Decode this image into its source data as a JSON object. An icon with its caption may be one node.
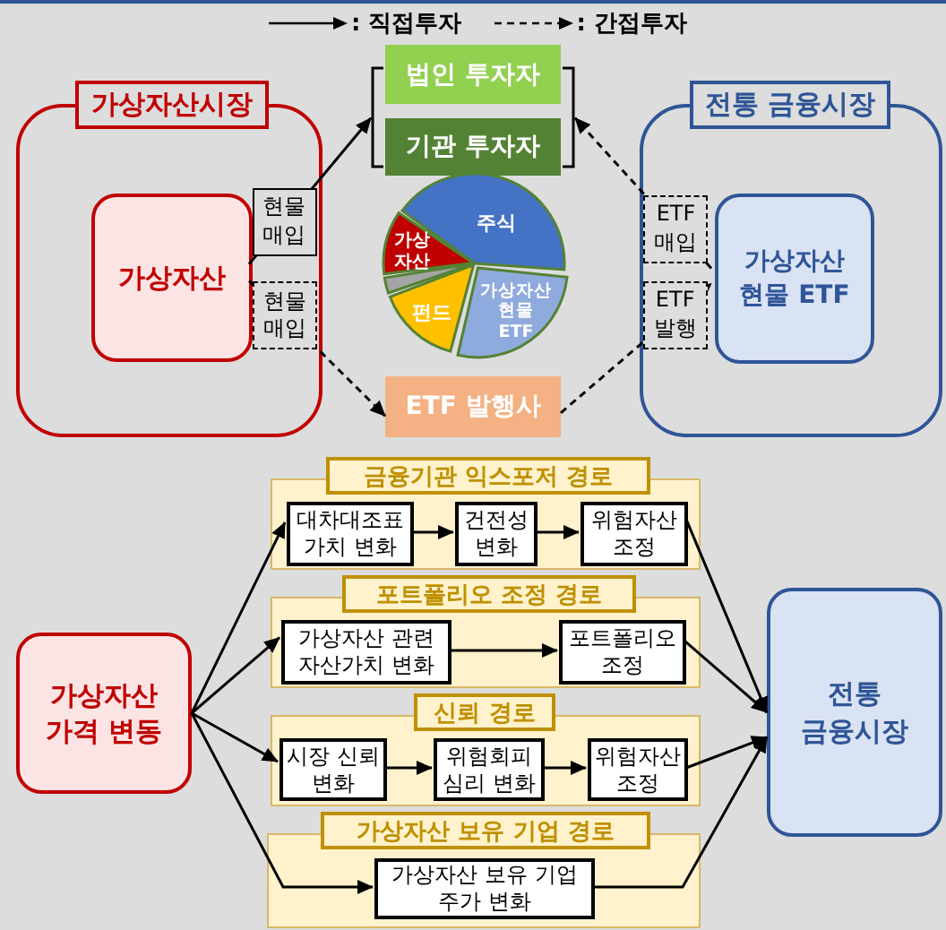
{
  "diagram": {
    "nodes": [
      {
        "text": [
          "가상자산시장"
        ]
      },
      {
        "text": [
          "가상자산"
        ],
        "in": 0
      },
      {
        "text": [],
        "shape": "bracket"
      },
      {
        "text": [
          "법인 투자자"
        ],
        "in": 2
      },
      {
        "text": [
          "기관 투자자"
        ],
        "in": 2
      },
      {
        "text": [
          "ETF 발행사"
        ]
      },
      {
        "text": [
          "전통 금융시장"
        ]
      },
      {
        "text": [
          "가상자산 현물 ETF"
        ],
        "in": 6
      },
      {
        "text": [
          "가상자산 가격 변동"
        ]
      },
      {
        "text": [
          "금융기관 익스포저 경로"
        ]
      },
      {
        "text": [
          "대차대조표 가치 변화"
        ],
        "in": 9
      },
      {
        "text": [
          "건전성 변화"
        ],
        "in": 9
      },
      {
        "text": [
          "위험자산 조정"
        ],
        "in": 9
      },
      {
        "text": [
          "포트폴리오 조정 경로"
        ]
      },
      {
        "text": [
          "가상자산 관련 자산가치 변화"
        ],
        "in": 13
      },
      {
        "text": [
          "포트폴리오 조정"
        ],
        "in": 13
      },
      {
        "text": [
          "신뢰 경로"
        ]
      },
      {
        "text": [
          "시장 신뢰 변화"
        ],
        "in": 16
      },
      {
        "text": [
          "위험회피 심리 변화"
        ],
        "in": 16
      },
      {
        "text": [
          "위험자산 조정"
        ],
        "in": 16
      },
      {
        "text": [
          "가상자산 보유 기업 경로"
        ]
      },
      {
        "text": [
          "가상자산 보유 기업 주가 변화"
        ],
        "in": 20
      },
      {
        "text": [
          "전통 금융시장"
        ]
      }
    ],
    "edges": [
      {
        "from": 1,
        "to": 2,
        "arrow": "to",
        "label": "현물 매입"
      },
      {
        "from": 1,
        "to": 5,
        "arrow": "to",
        "label": "현물 매입",
        "style": "dashed"
      },
      {
        "from": 7,
        "to": 2,
        "arrow": "to",
        "label": "ETF 매입",
        "style": "dashed"
      },
      {
        "from": 5,
        "to": 7,
        "arrow": "to",
        "label": "ETF 발행",
        "style": "dashed"
      },
      {
        "from": 8,
        "to": 10,
        "arrow": "to"
      },
      {
        "from": 8,
        "to": 14,
        "arrow": "to"
      },
      {
        "from": 8,
        "to": 17,
        "arrow": "to"
      },
      {
        "from": 8,
        "to": 21,
        "arrow": "to"
      },
      {
        "from": 10,
        "to": 11,
        "arrow": "to"
      },
      {
        "from": 11,
        "to": 12,
        "arrow": "to"
      },
      {
        "from": 14,
        "to": 15,
        "arrow": "to"
      },
      {
        "from": 17,
        "to": 18,
        "arrow": "to"
      },
      {
        "from": 18,
        "to": 19,
        "arrow": "to"
      },
      {
        "from": 12,
        "to": 22,
        "arrow": "to"
      },
      {
        "from": 15,
        "to": 22,
        "arrow": "to"
      },
      {
        "from": 19,
        "to": 22,
        "arrow": "to"
      },
      {
        "from": 21,
        "to": 22,
        "arrow": "to"
      }
    ],
    "labels": [
      "주식",
      "가상자산",
      "펀드",
      "가상자산 현물 ETF"
    ],
    "legend": [
      {
        "text": ": 직접투자"
      },
      {
        "text": ": 간접투자"
      }
    ]
  }
}
